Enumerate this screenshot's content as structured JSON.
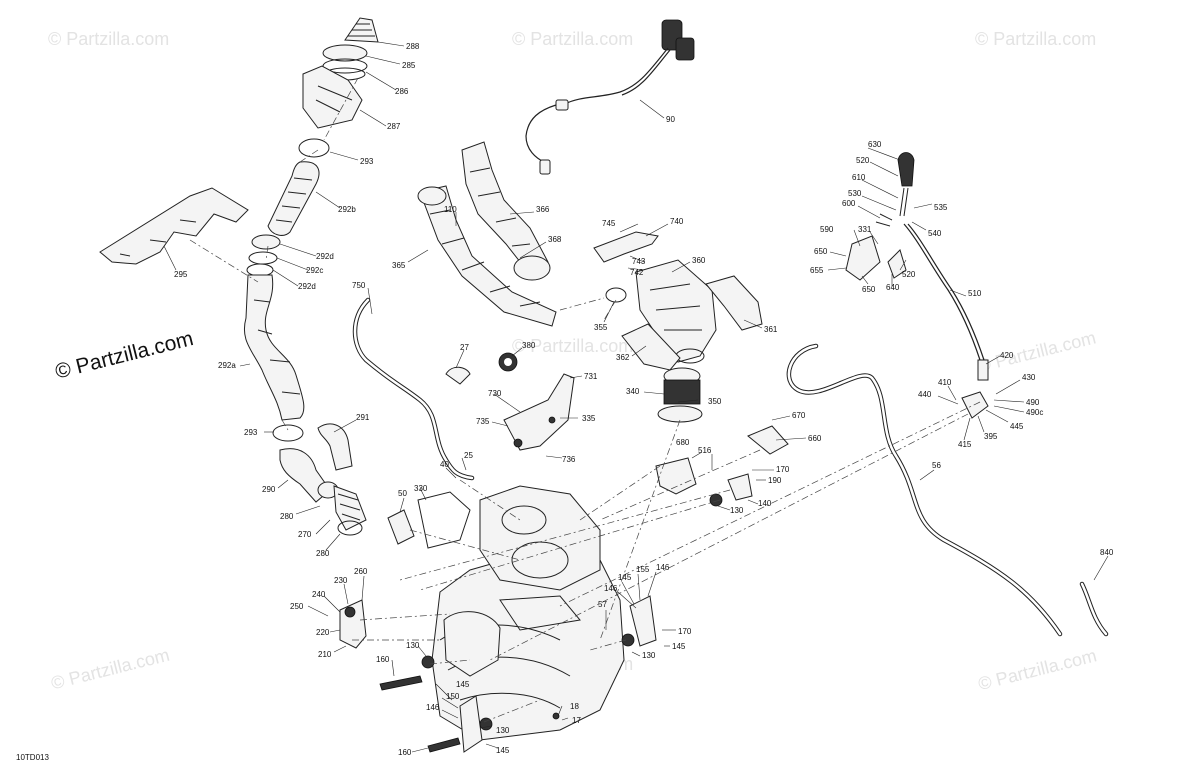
{
  "watermark": {
    "text": "© Partzilla.com",
    "brand_text": "© Partzilla.com"
  },
  "drawing_code": "10TD013",
  "callouts": {
    "c288": "288",
    "c285": "285",
    "c286": "286",
    "c287": "287",
    "c293a": "293",
    "c292b": "292b",
    "c292d1": "292d",
    "c292c": "292c",
    "c292d2": "292d",
    "c295": "295",
    "c292a": "292a",
    "c293b": "293",
    "c291": "291",
    "c290": "290",
    "c280a": "280",
    "c270": "270",
    "c280b": "280",
    "c90": "90",
    "c110": "110",
    "c366": "366",
    "c368": "368",
    "c365": "365",
    "c745": "745",
    "c740": "740",
    "c743": "743",
    "c742": "742",
    "c360": "360",
    "c355": "355",
    "c361": "361",
    "c362": "362",
    "c750": "750",
    "c27": "27",
    "c380": "380",
    "c731": "731",
    "c730": "730",
    "c340": "340",
    "c350": "350",
    "c335": "335",
    "c735": "735",
    "c736": "736",
    "c670": "670",
    "c660": "660",
    "c680": "680",
    "c516": "516",
    "c170a": "170",
    "c190": "190",
    "c140": "140",
    "c130a": "130",
    "c40": "40",
    "c25": "25",
    "c50": "50",
    "c330": "330",
    "c630": "630",
    "c520a": "520",
    "c610": "610",
    "c530": "530",
    "c600": "600",
    "c535": "535",
    "c590": "590",
    "c331": "331",
    "c540": "540",
    "c650a": "650",
    "c655": "655",
    "c520b": "520",
    "c650b": "650",
    "c640": "640",
    "c510": "510",
    "c420": "420",
    "c410": "410",
    "c430": "430",
    "c440": "440",
    "c490": "490",
    "c490c": "490c",
    "c445": "445",
    "c395": "395",
    "c415": "415",
    "c56": "56",
    "c840": "840",
    "c260": "260",
    "c230": "230",
    "c240": "240",
    "c250": "250",
    "c220": "220",
    "c210": "210",
    "c160a": "160",
    "c130b": "130",
    "c145a": "145",
    "c155": "155",
    "c146a": "146",
    "c146b": "146",
    "c57": "57",
    "c170b": "170",
    "c130c": "130",
    "c145b": "145",
    "c150": "150",
    "c146c": "146",
    "c130d": "130",
    "c145c": "145",
    "c160b": "160",
    "c18": "18",
    "c17": "17"
  }
}
